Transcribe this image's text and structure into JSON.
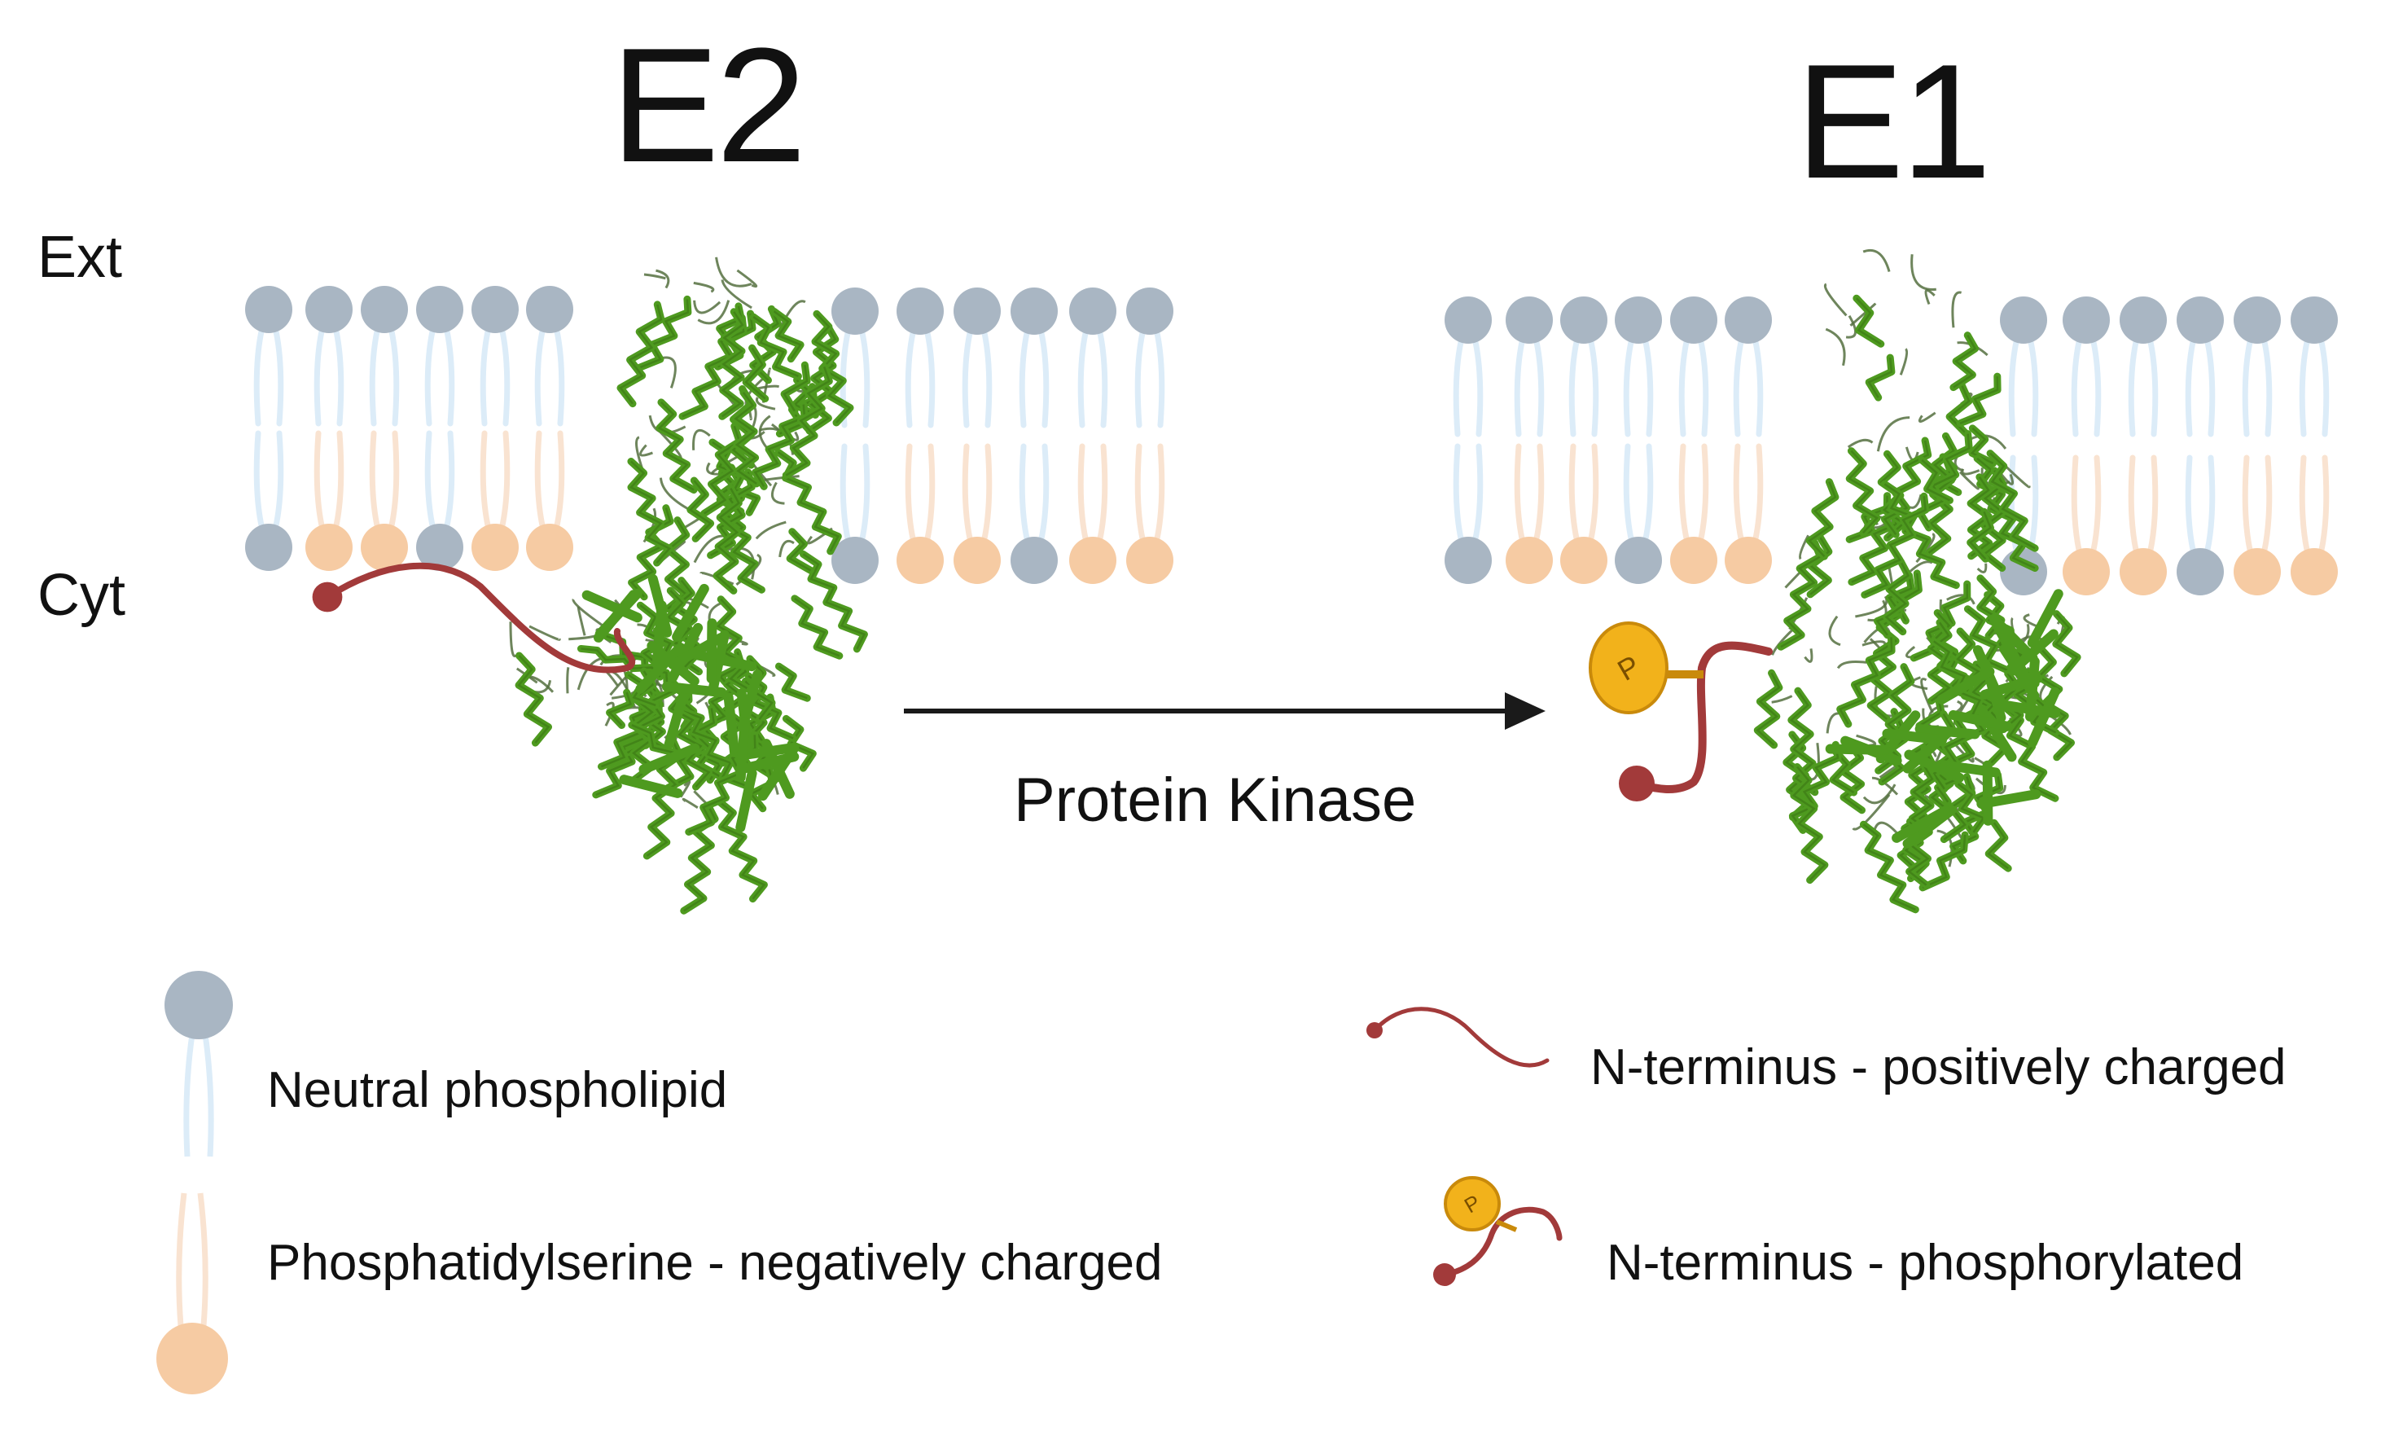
{
  "states": [
    {
      "label": "E2"
    },
    {
      "label": "E1"
    }
  ],
  "side_labels": {
    "extracellular": "Ext",
    "cytoplasm": "Cyt"
  },
  "transition": {
    "label": "Protein Kinase"
  },
  "phosphate_symbol": "P",
  "legend": {
    "neutral_phospholipid": "Neutral phospholipid",
    "phosphatidylserine": "Phosphatidylserine - negatively charged",
    "n_terminus_positive": "N-terminus - positively charged",
    "n_terminus_phosphorylated": "N-terminus - phosphorylated"
  },
  "colors": {
    "neutral_head": "#a9b6c3",
    "neutral_tail": "#dcecf8",
    "ps_head": "#f6cba3",
    "ps_tail": "#f9e3d1",
    "protein": "#4e9a1f",
    "protein_dark": "#3d7a16",
    "n_terminus": "#a23a3a",
    "phosphate": "#f2b21b",
    "phosphate_stroke": "#c98a0b",
    "arrow": "#1a1a1a"
  },
  "icons": {
    "protein": "atpase-ribbon-structure",
    "phosphate": "phosphate-group-icon",
    "arrow": "right-arrow"
  }
}
